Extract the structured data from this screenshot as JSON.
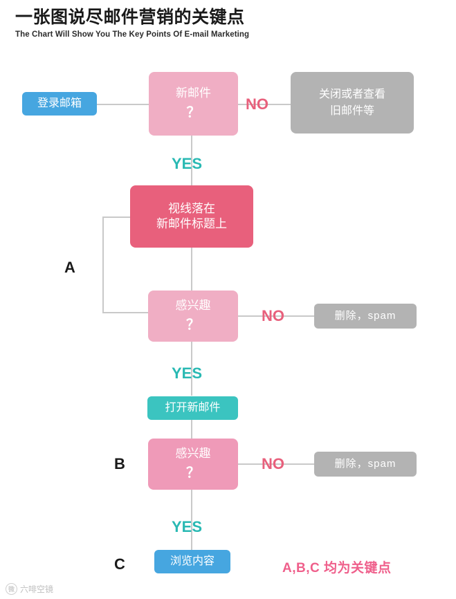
{
  "header": {
    "title_cn": "一张图说尽邮件营销的关键点",
    "title_en": "The Chart Will Show You The Key Points Of E-mail Marketing"
  },
  "nodes": {
    "login": {
      "label": "登录邮箱"
    },
    "new_mail": {
      "label": "新邮件",
      "mark": "？"
    },
    "close_or_view": {
      "line1": "关闭或者查看",
      "line2": "旧邮件等"
    },
    "gaze_title": {
      "line1": "视线落在",
      "line2": "新邮件标题上"
    },
    "interest_a": {
      "label": "感兴趣",
      "mark": "？"
    },
    "delete_spam_a": {
      "label": "删除，spam"
    },
    "open_mail": {
      "label": "打开新邮件"
    },
    "interest_b": {
      "label": "感兴趣",
      "mark": "？"
    },
    "delete_spam_b": {
      "label": "删除，spam"
    },
    "browse_content": {
      "label": "浏览内容"
    }
  },
  "labels": {
    "no_1": "NO",
    "no_2": "NO",
    "no_3": "NO",
    "yes_1": "YES",
    "yes_2": "YES",
    "yes_3": "YES",
    "letter_a": "A",
    "letter_b": "B",
    "letter_c": "C",
    "footnote": "A,B,C 均为关键点"
  },
  "watermark": {
    "logo": "微",
    "text": "六啡空镜"
  },
  "colors": {
    "blue": "#46a6e0",
    "pink_light": "#f0aec4",
    "pink_mid": "#ef9ab8",
    "pink_deep": "#e8607c",
    "gray": "#b3b3b3",
    "teal": "#3bc4c0",
    "yes_text": "#29b9b3",
    "no_text": "#e8607c",
    "note_text": "#ef5f8b",
    "line": "#c9c9c9"
  }
}
